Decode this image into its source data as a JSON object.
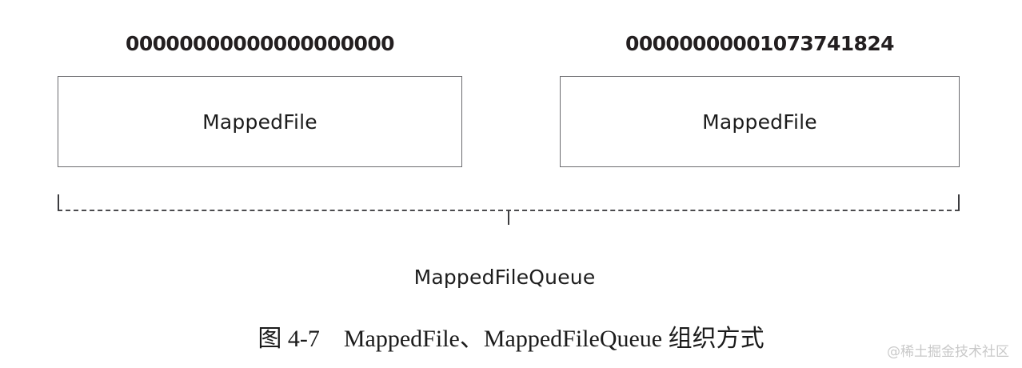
{
  "figure": {
    "background_color": "#ffffff",
    "ink_color": "#231f20",
    "border_color": "#6b6b6f",
    "caption": "图 4-7　MappedFile、MappedFileQueue 组织方式",
    "watermark": "@稀土掘金技术社区"
  },
  "files": [
    {
      "name": "00000000000000000000",
      "box_label": "MappedFile"
    },
    {
      "name": "00000000001073741824",
      "box_label": "MappedFile"
    }
  ],
  "queue": {
    "label": "MappedFileQueue"
  }
}
